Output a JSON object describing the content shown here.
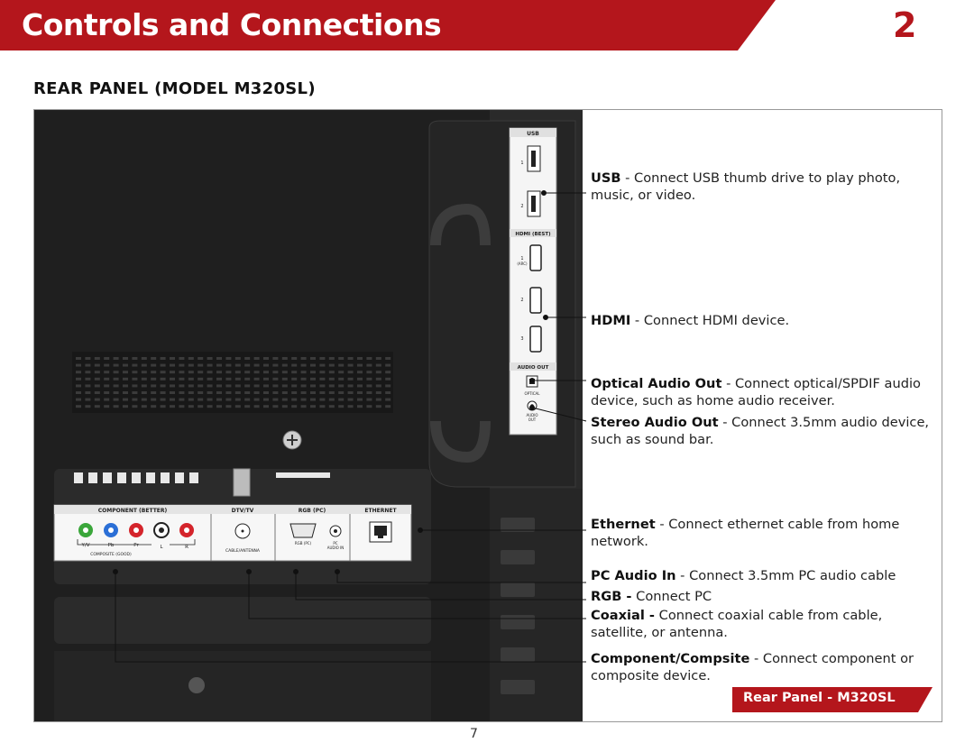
{
  "header": {
    "title": "Controls and Connections",
    "chapter": "2"
  },
  "section": {
    "title": "REAR PANEL (MODEL M320SL)"
  },
  "panel_labels": {
    "usb": "USB",
    "usb_1": "1",
    "usb_2": "2",
    "hdmi": "HDMI (BEST)",
    "hdmi_1": "1",
    "hdmi_arc": "(ARC)",
    "hdmi_2": "2",
    "hdmi_3": "3",
    "audio_out": "AUDIO OUT",
    "optical": "OPTICAL",
    "audio": "AUDIO",
    "out": "OUT",
    "component": "COMPONENT (BETTER)",
    "yv": "Y/V",
    "pb": "Pb",
    "pr": "Pr",
    "l": "L",
    "r": "R",
    "composite": "COMPOSITE (GOOD)",
    "dtv": "DTV/TV",
    "cable_antenna": "CABLE/ANTENNA",
    "rgb_pc": "RGB (PC)",
    "rgb_pc_small": "RGB (PC)",
    "pc": "PC",
    "audio_in": "AUDIO IN",
    "ethernet": "ETHERNET"
  },
  "descriptions": {
    "usb": {
      "term": "USB",
      "text": " - Connect USB thumb drive to play photo, music, or video."
    },
    "hdmi": {
      "term": "HDMI",
      "text": " - Connect HDMI device."
    },
    "optical": {
      "term": "Optical Audio Out",
      "text": " - Connect optical/SPDIF audio device, such as home audio receiver."
    },
    "stereo": {
      "term": "Stereo Audio Out",
      "text": " - Connect 3.5mm audio device, such as sound bar."
    },
    "ethernet": {
      "term": "Ethernet",
      "text": " - Connect ethernet cable from home network."
    },
    "pc_audio": {
      "term": "PC Audio In",
      "text": " - Connect 3.5mm PC audio cable"
    },
    "rgb": {
      "term": "RGB -",
      "text": " Connect PC"
    },
    "coaxial": {
      "term": "Coaxial -",
      "text": " Connect coaxial cable from cable, satellite, or antenna."
    },
    "component": {
      "term": "Component/Compsite",
      "text": " - Connect component or composite device."
    }
  },
  "footer": {
    "tab_label": "Rear Panel - M320SL",
    "page_number": "7"
  },
  "colors": {
    "brand_red": "#b4161c",
    "panel_dark": "#1e1e1e",
    "green_jack": "#3aa63a",
    "blue_jack": "#2b6fd6",
    "red_jack": "#d4242b"
  }
}
